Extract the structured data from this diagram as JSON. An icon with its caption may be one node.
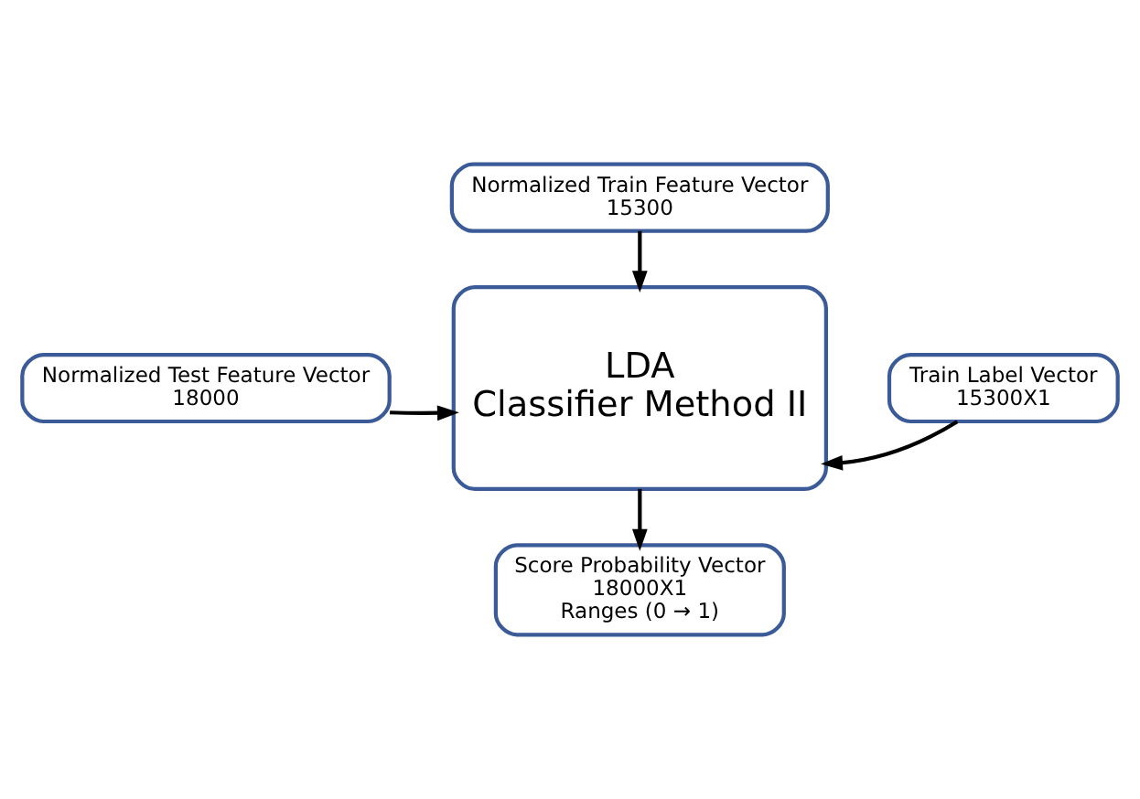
{
  "diagram": {
    "nodes": [
      {
        "text": [
          "Normalized Train Feature Vector",
          "15300"
        ]
      },
      {
        "text": [
          "Normalized Test Feature Vector",
          "18000"
        ]
      },
      {
        "text": [
          "LDA",
          "Classifier Method II"
        ]
      },
      {
        "text": [
          "Train Label Vector",
          "15300X1"
        ]
      },
      {
        "text": [
          "Score Probability Vector",
          "18000X1",
          "Ranges (0 → 1)"
        ]
      }
    ],
    "edges": [
      {
        "from": 0,
        "to": 2,
        "arrow": "to"
      },
      {
        "from": 1,
        "to": 2,
        "arrow": "to"
      },
      {
        "from": 3,
        "to": 2,
        "arrow": "to"
      },
      {
        "from": 2,
        "to": 4,
        "arrow": "to"
      }
    ]
  }
}
